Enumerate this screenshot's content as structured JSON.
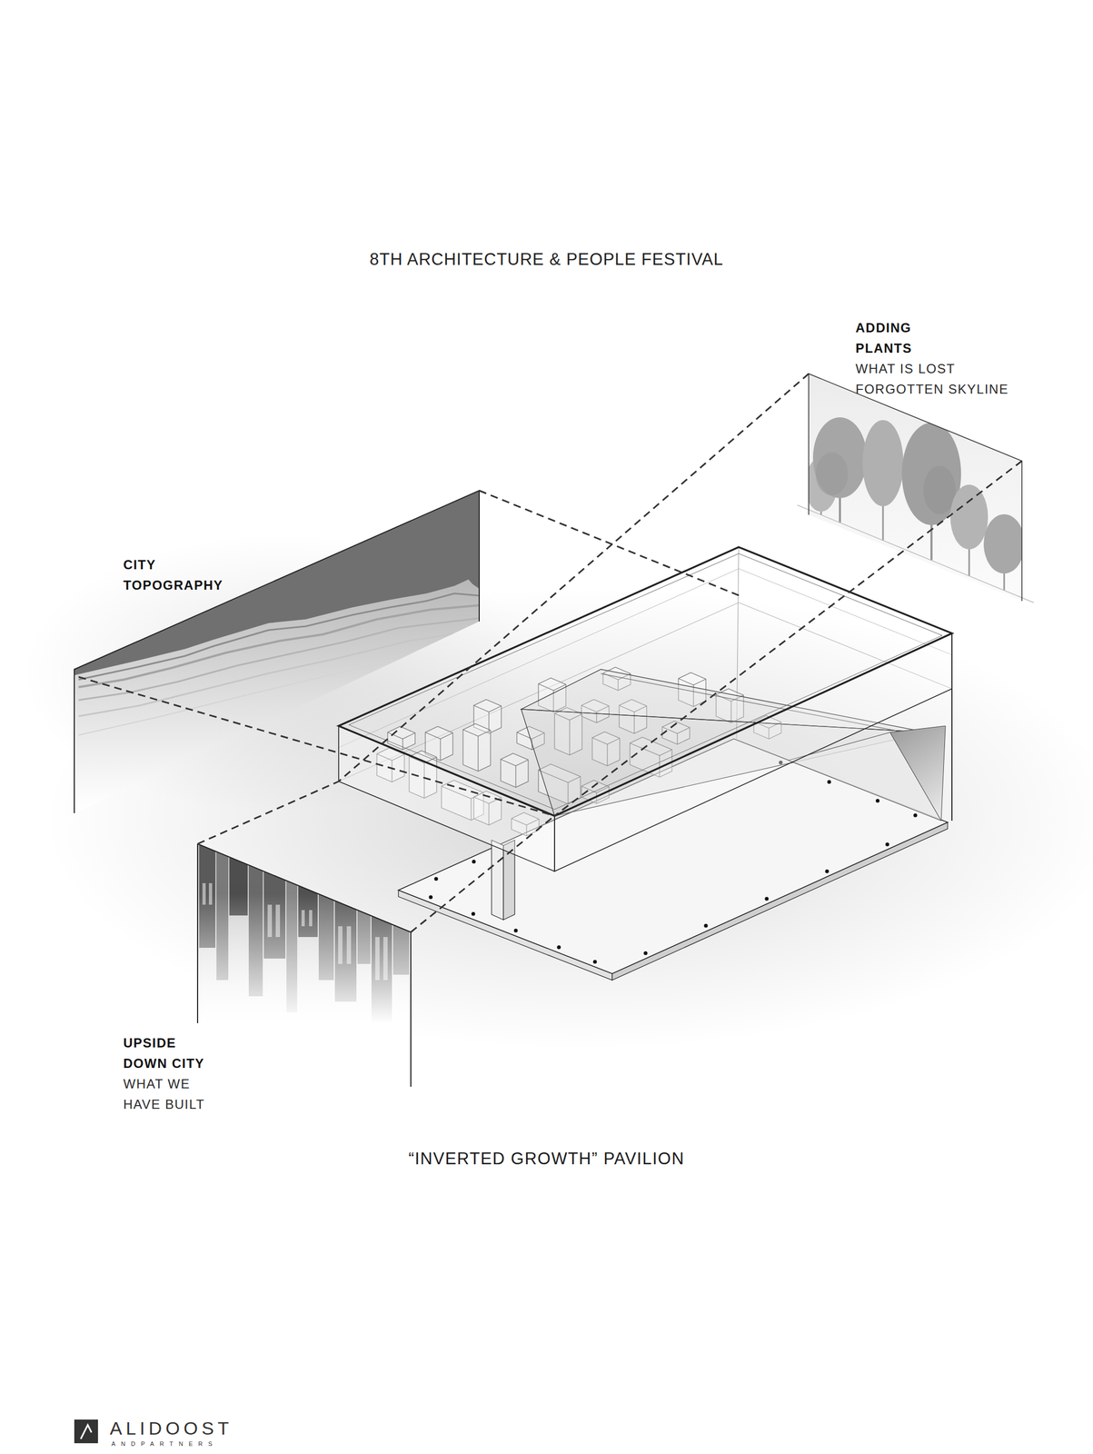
{
  "diagram": {
    "title": "8TH ARCHITECTURE & PEOPLE FESTIVAL",
    "caption": "“INVERTED GROWTH” PAVILION",
    "nodes": [
      {
        "text": [
          "ADDING PLANTS",
          "WHAT IS LOST FORGOTTEN SKYLINE"
        ]
      },
      {
        "text": [
          "CITY TOPOGRAPHY"
        ]
      },
      {
        "text": [
          "UPSIDE DOWN CITY",
          "WHAT WE HAVE BUILT"
        ]
      }
    ],
    "labels": [
      "ALIDOOST",
      "ANDPARTNERS"
    ]
  }
}
